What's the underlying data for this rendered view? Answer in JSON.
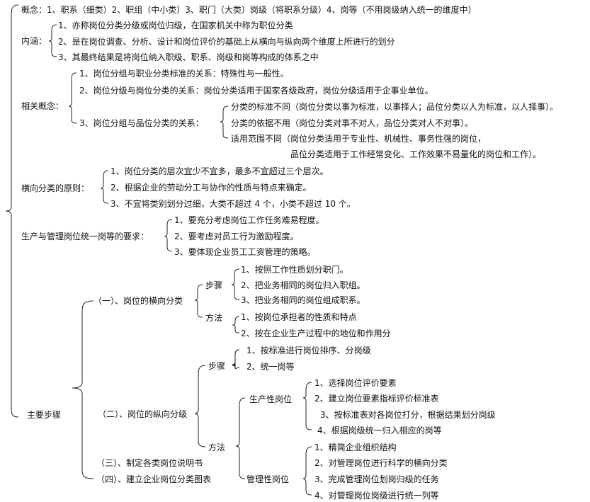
{
  "concept": {
    "label": "概念：",
    "text": "1、职系（细类）2、职组（中小类）3、职门（大类）岗级（将职系分级）4、岗等（不用岗级纳入统一的维度中）"
  },
  "connotation": {
    "label": "内涵：",
    "items": [
      "1、亦称岗位分类分级或岗位归级，在国家机关中称为职位分类",
      "2、是在岗位调查、分析、设计和岗位评价的基础上从横向与纵向两个维度上所进行的划分",
      "3、其最终结果是将岗位纳入职级、职系、岗级和岗等构成的体系之中"
    ]
  },
  "related": {
    "label": "相关概念：",
    "items": [
      "1、岗位分组与职业分类标准的关系：特殊性与一般性。",
      "2、岗位分级与岗位分类的关系：岗位分类适用于国家各级政府，岗位分级适用于企事业单位。",
      "3、岗位分组与品位分类的关系："
    ],
    "sub": [
      "分类的标准不同（岗位分类以事为标准，以事择人；品位分类以人为标准，以人择事）。",
      "分类的依据不用（岗位分类对事不对人，品位分类对人不对事）。",
      "适用范围不同（岗位分类适用于专业性、机械性、事务性强的岗位，",
      "品位分类适用于工作经常变化、工作效果不易量化的岗位和工作）。"
    ]
  },
  "horizontal_principles": {
    "label": "横向分类的原则：",
    "items": [
      "1、岗位分类的层次宜少不宜多，最多不宜超过三个层次。",
      "2、根据企业的劳动分工与协作的性质与特点来确定。",
      "3、不宜将类别划分过细，大类不超过 4 个，小类不超过 10 个。"
    ]
  },
  "unified_grade": {
    "label": "生产与管理岗位统一岗等的要求：",
    "items": [
      "1、要充分考虑岗位工作任务难易程度。",
      "2、要考虑对员工行为激励程度。",
      "3、要体现企业员工工资管理的策略。"
    ]
  },
  "main_steps": {
    "label": "主要步骤",
    "horizontal": {
      "label": "（一）、岗位的横向分类",
      "steps_label": "步骤",
      "steps": [
        "1、按照工作性质划分职门。",
        "2、把业务相同的岗位归入职组。",
        "3、把业务相同的岗位组成职系。"
      ],
      "methods_label": "方法",
      "methods": [
        "1、按岗位承担者的性质和特点",
        "2、按在企业生产过程中的地位和作用分"
      ]
    },
    "vertical": {
      "label": "（二）、岗位的纵向分级",
      "steps_label": "步骤",
      "steps": [
        "1、按标准进行岗位排序、分岗级",
        "2、统一岗等"
      ],
      "methods_label": "方法",
      "production_label": "生产性岗位",
      "production": [
        "1、选择岗位评价要素",
        "2、建立岗位要素指标评价标准表",
        "3、按标准表对各岗位打分，根据结果划分岗级",
        "4、根据岗级统一归入相应的岗等"
      ],
      "management_label": "管理性岗位",
      "management": [
        "1、精简企业组织结构",
        "2、对管理岗位进行科学的横向分类",
        "3、完成管理岗位划岗归级的任务",
        "4、对管理岗位岗级进行统一列等"
      ]
    },
    "third": "（三）、制定各类岗位说明书",
    "fourth": "（四）、建立企业岗位分类图表"
  }
}
